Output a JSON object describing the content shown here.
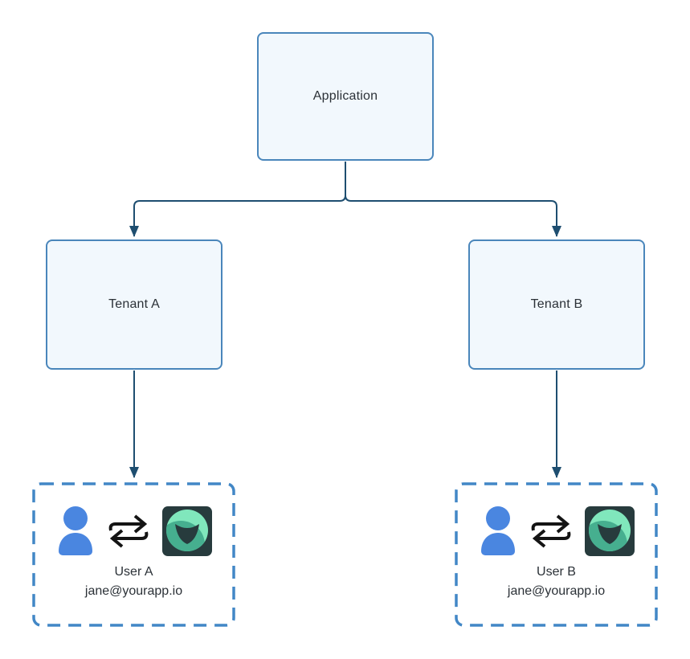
{
  "diagram": {
    "type": "multi-tenant-architecture",
    "nodes": {
      "application": {
        "label": "Application"
      },
      "tenantA": {
        "label": "Tenant A"
      },
      "tenantB": {
        "label": "Tenant B"
      }
    },
    "groups": {
      "a": {
        "title": "User A",
        "email": "jane@yourapp.io"
      },
      "b": {
        "title": "User B",
        "email": "jane@yourapp.io"
      }
    },
    "edges": [
      {
        "from": "application",
        "to": "tenantA",
        "style": "elbow-arrow"
      },
      {
        "from": "application",
        "to": "tenantB",
        "style": "elbow-arrow"
      },
      {
        "from": "tenantA",
        "to": "userGroupA",
        "style": "straight-arrow"
      },
      {
        "from": "tenantB",
        "to": "userGroupB",
        "style": "straight-arrow"
      }
    ],
    "icons": {
      "person": "person-icon",
      "sync": "bidirectional-arrows-icon",
      "logo": "auth-service-logo-icon"
    },
    "colors": {
      "background": "#ffffff",
      "node_fill": "#f2f8fd",
      "node_border": "#4a86bb",
      "connector": "#1e4e70",
      "dashed_border": "#4287c6",
      "person_blue": "#4a86e0",
      "sync_black": "#141414",
      "logo_bg": "#273b3d",
      "logo_mint": "#80e7bc",
      "logo_green": "#3fa98a",
      "text": "#2b3137"
    }
  }
}
